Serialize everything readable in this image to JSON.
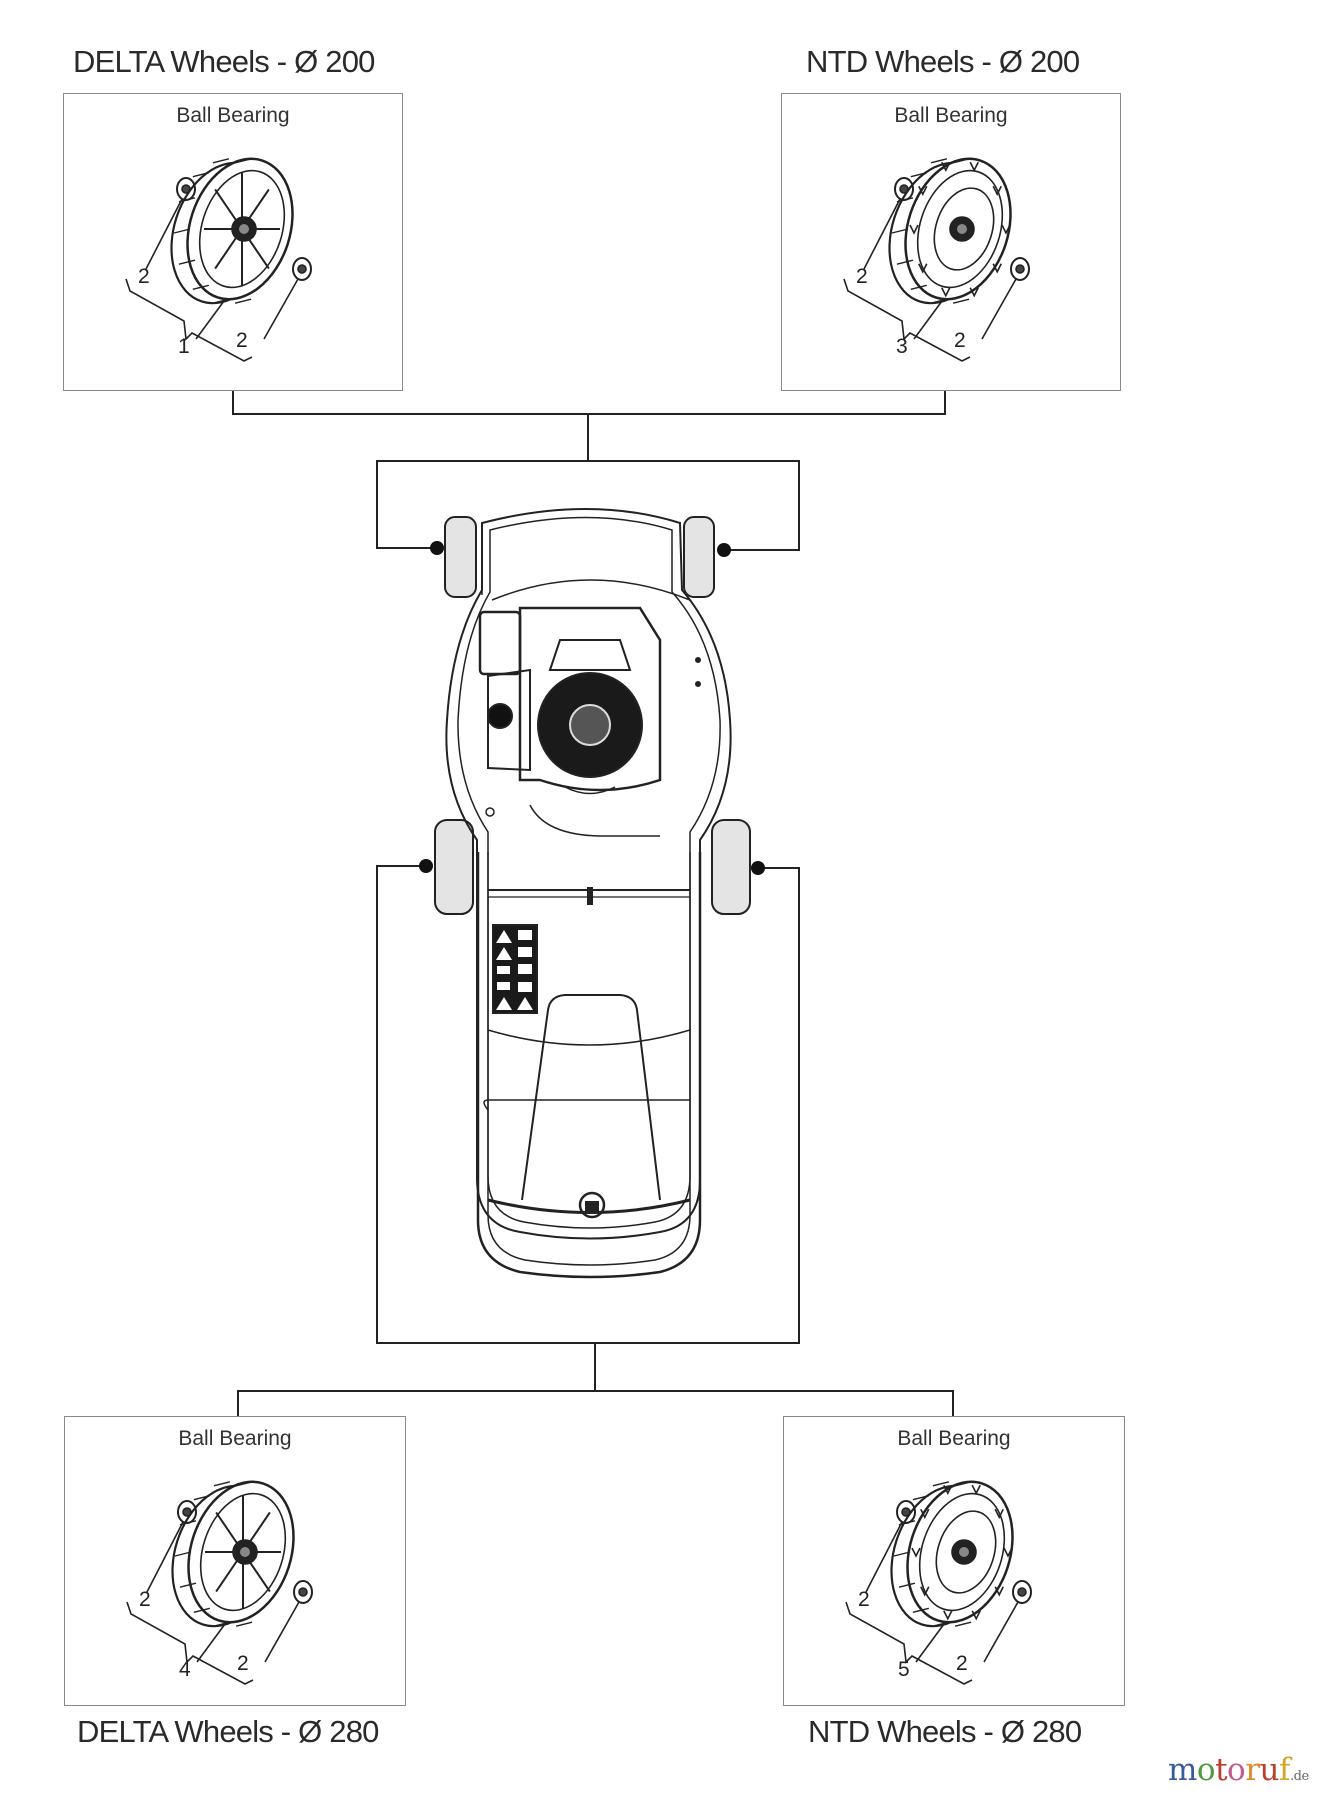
{
  "panels": [
    {
      "id": "delta-200",
      "title": "DELTA Wheels - Ø 200",
      "subtitle": "Ball Bearing",
      "wheel_style": "delta",
      "callouts": {
        "wheel": "1",
        "bearing_left": "2",
        "bearing_right": "2"
      }
    },
    {
      "id": "ntd-200",
      "title": "NTD Wheels - Ø 200",
      "subtitle": "Ball Bearing",
      "wheel_style": "ntd",
      "callouts": {
        "wheel": "3",
        "bearing_left": "2",
        "bearing_right": "2"
      }
    },
    {
      "id": "delta-280",
      "title": "DELTA Wheels - Ø 280",
      "subtitle": "Ball Bearing",
      "wheel_style": "delta",
      "callouts": {
        "wheel": "4",
        "bearing_left": "2",
        "bearing_right": "2"
      }
    },
    {
      "id": "ntd-280",
      "title": "NTD Wheels - Ø 280",
      "subtitle": "Ball Bearing",
      "wheel_style": "ntd",
      "callouts": {
        "wheel": "5",
        "bearing_left": "2",
        "bearing_right": "2"
      }
    }
  ],
  "mower": {
    "label": "lawn mower top view",
    "front_wheels_link": [
      "delta-200",
      "ntd-200"
    ],
    "rear_wheels_link": [
      "delta-280",
      "ntd-280"
    ]
  },
  "watermark": {
    "letters": [
      {
        "ch": "m",
        "color": "#3b5b9b"
      },
      {
        "ch": "o",
        "color": "#4e9a3e"
      },
      {
        "ch": "t",
        "color": "#c23a2e"
      },
      {
        "ch": "o",
        "color": "#c25a8e"
      },
      {
        "ch": "r",
        "color": "#e08b2a"
      },
      {
        "ch": "u",
        "color": "#b8432c"
      },
      {
        "ch": "f",
        "color": "#d6a526"
      }
    ],
    "tld": ".de"
  }
}
